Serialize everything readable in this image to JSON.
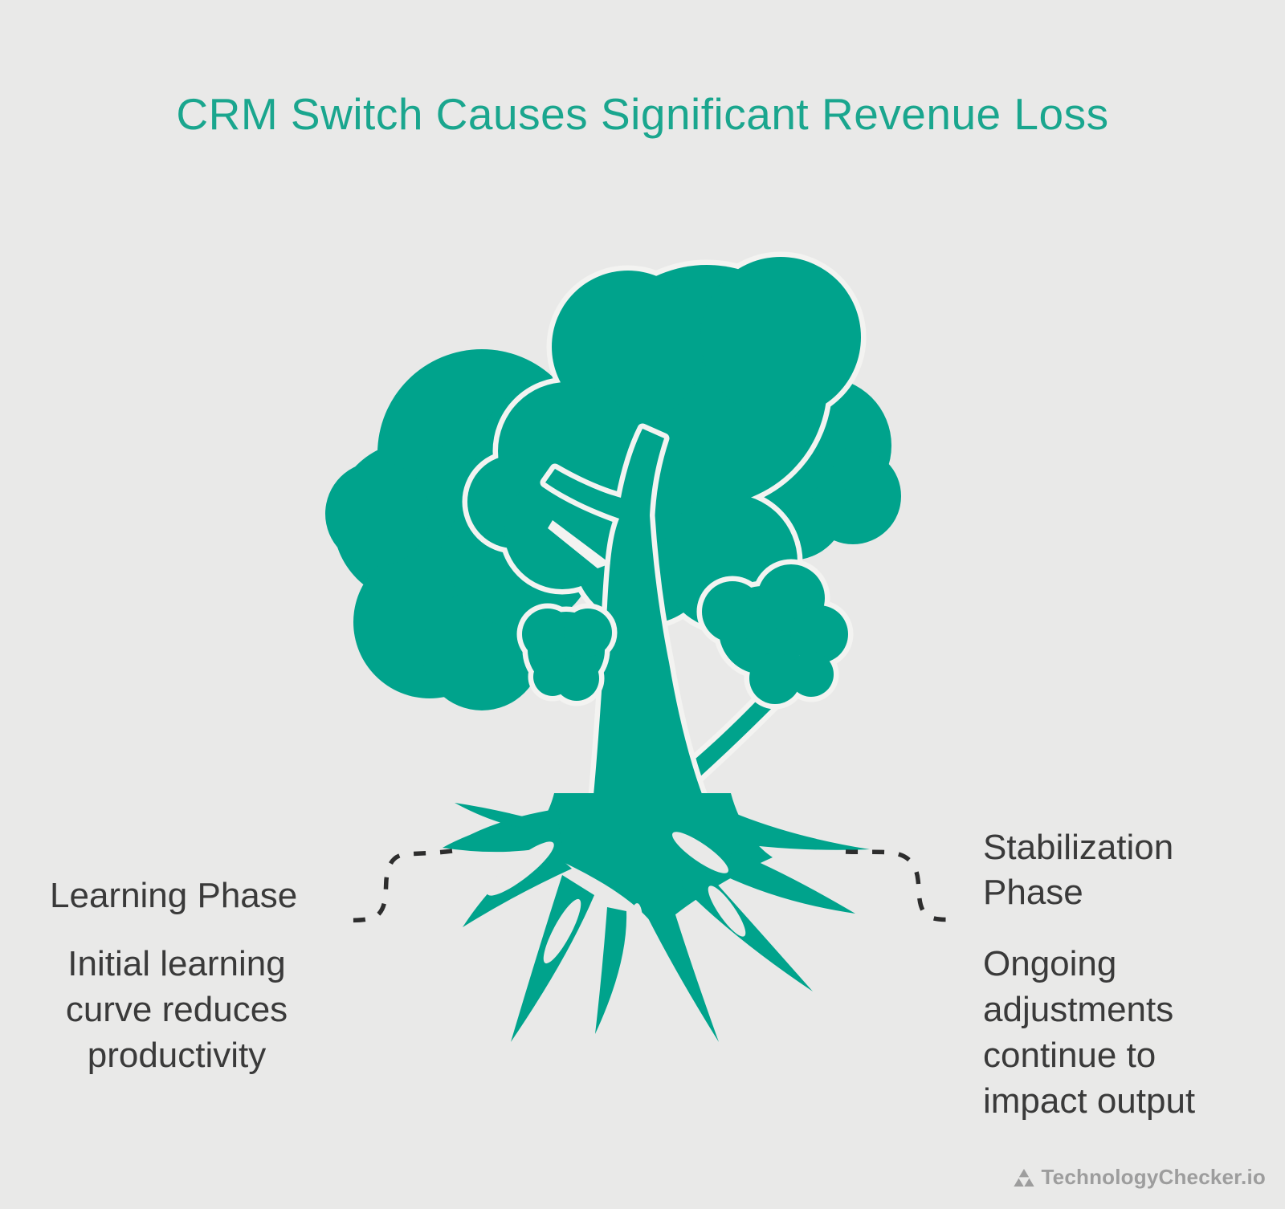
{
  "colors": {
    "background": "#e9e9e8",
    "tree": "#00a38c",
    "title": "#1aa68e",
    "outline": "#f3f3f1",
    "text": "#3a3a3a",
    "connector": "#2d2d2d",
    "watermark": "#9d9d9d"
  },
  "header": {
    "title": "CRM Switch Causes Significant Revenue Loss"
  },
  "illustration": {
    "type": "tree-with-roots",
    "description": "Stylized teal tree with cloud foliage above ground and spreading roots below, dashed lines connect the roots to the two phase labels"
  },
  "phases": {
    "learning": {
      "name": "Learning Phase",
      "description": "Initial learning\ncurve reduces\nproductivity"
    },
    "stabilization": {
      "name": "Stabilization\nPhase",
      "description": "Ongoing\nadjustments\ncontinue to\nimpact output"
    }
  },
  "watermark": {
    "logo_icon": "triangles-logo-icon",
    "text": "TechnologyChecker.io"
  }
}
